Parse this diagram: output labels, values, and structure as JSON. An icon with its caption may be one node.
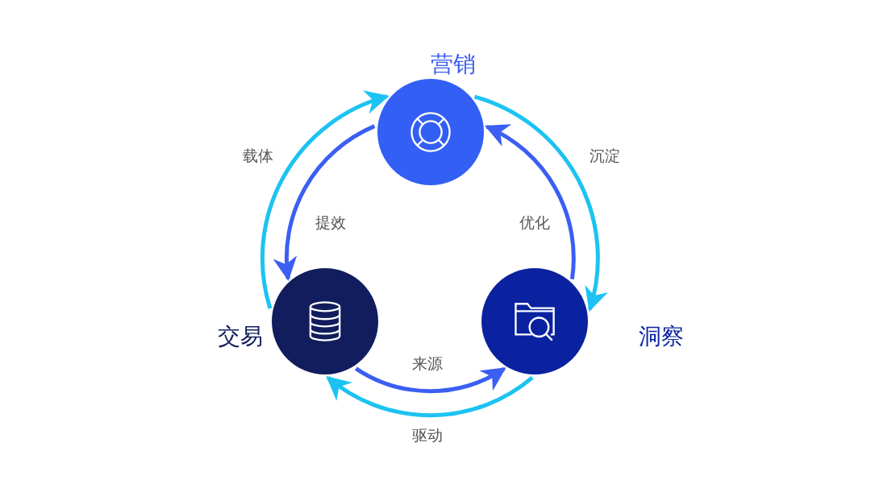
{
  "diagram": {
    "nodes": [
      {
        "text": [
          "营销"
        ]
      },
      {
        "text": [
          "交易"
        ]
      },
      {
        "text": [
          "洞察"
        ]
      }
    ],
    "edges": [
      {
        "from": 1,
        "to": 0,
        "arrow": "to",
        "label": "载体",
        "color": "#1cc3f2"
      },
      {
        "from": 0,
        "to": 1,
        "arrow": "to",
        "label": "提效",
        "color": "#3b5ff2"
      },
      {
        "from": 0,
        "to": 2,
        "arrow": "to",
        "label": "沉淀",
        "color": "#1cc3f2"
      },
      {
        "from": 2,
        "to": 0,
        "arrow": "to",
        "label": "优化",
        "color": "#3b5ff2"
      },
      {
        "from": 1,
        "to": 2,
        "arrow": "to",
        "label": "来源",
        "color": "#3b5ff2"
      },
      {
        "from": 2,
        "to": 1,
        "arrow": "to",
        "label": "驱动",
        "color": "#1cc3f2"
      }
    ]
  }
}
